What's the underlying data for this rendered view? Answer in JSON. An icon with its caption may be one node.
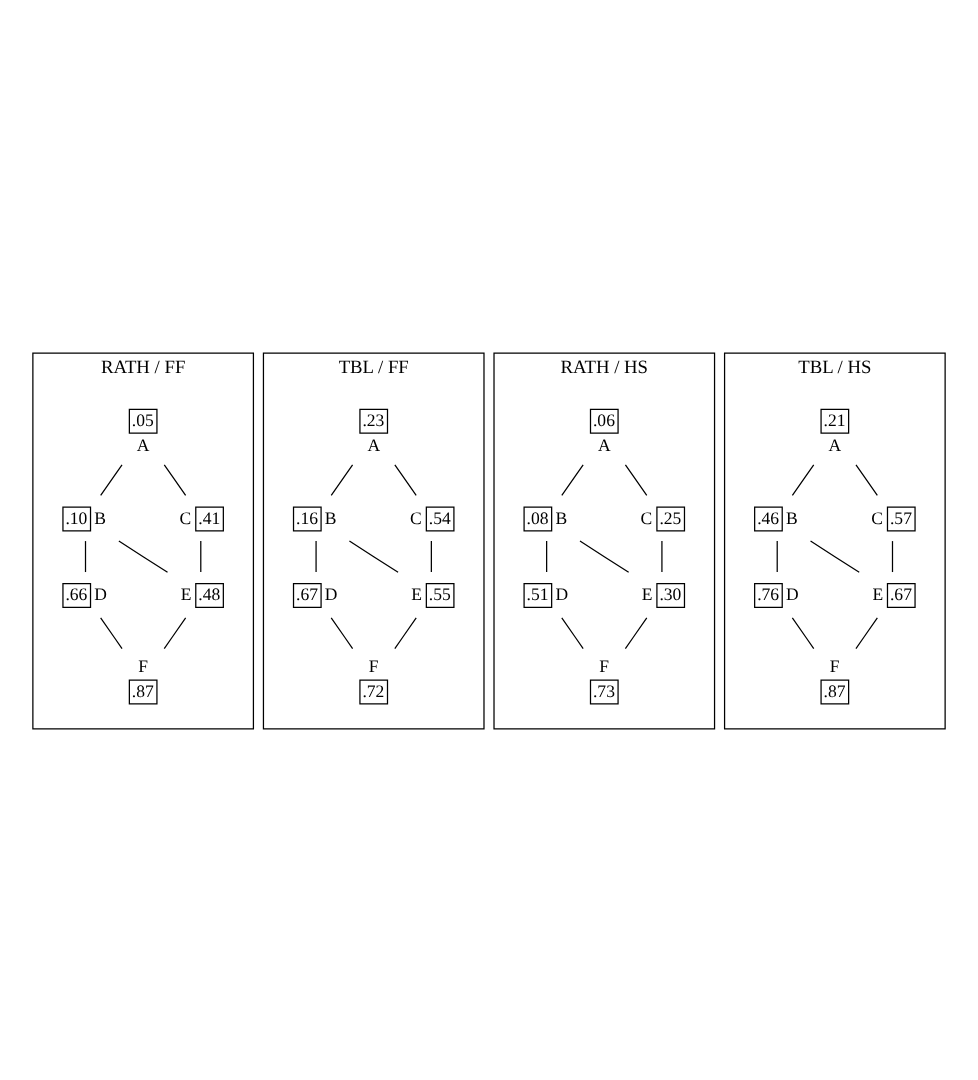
{
  "diagram": {
    "nodes": [
      {
        "text": [
          "RATH / FF"
        ]
      },
      {
        "text": [
          ".05",
          "A"
        ],
        "in": 0
      },
      {
        "text": [
          ".10",
          "B"
        ],
        "in": 0
      },
      {
        "text": [
          "C",
          ".41"
        ],
        "in": 0
      },
      {
        "text": [
          ".66",
          "D"
        ],
        "in": 0
      },
      {
        "text": [
          "E",
          ".48"
        ],
        "in": 0
      },
      {
        "text": [
          "F",
          ".87"
        ],
        "in": 0
      },
      {
        "text": [
          "TBL / FF"
        ]
      },
      {
        "text": [
          ".23",
          "A"
        ],
        "in": 7
      },
      {
        "text": [
          ".16",
          "B"
        ],
        "in": 7
      },
      {
        "text": [
          "C",
          ".54"
        ],
        "in": 7
      },
      {
        "text": [
          ".67",
          "D"
        ],
        "in": 7
      },
      {
        "text": [
          "E",
          ".55"
        ],
        "in": 7
      },
      {
        "text": [
          "F",
          ".72"
        ],
        "in": 7
      },
      {
        "text": [
          "RATH / HS"
        ]
      },
      {
        "text": [
          ".06",
          "A"
        ],
        "in": 14
      },
      {
        "text": [
          ".08",
          "B"
        ],
        "in": 14
      },
      {
        "text": [
          "C",
          ".25"
        ],
        "in": 14
      },
      {
        "text": [
          ".51",
          "D"
        ],
        "in": 14
      },
      {
        "text": [
          "E",
          ".30"
        ],
        "in": 14
      },
      {
        "text": [
          "F",
          ".73"
        ],
        "in": 14
      },
      {
        "text": [
          "TBL / HS"
        ]
      },
      {
        "text": [
          ".21",
          "A"
        ],
        "in": 21
      },
      {
        "text": [
          ".46",
          "B"
        ],
        "in": 21
      },
      {
        "text": [
          "C",
          ".57"
        ],
        "in": 21
      },
      {
        "text": [
          ".76",
          "D"
        ],
        "in": 21
      },
      {
        "text": [
          "E",
          ".67"
        ],
        "in": 21
      },
      {
        "text": [
          "F",
          ".87"
        ],
        "in": 21
      }
    ],
    "edges": [
      {
        "from": 1,
        "to": 2,
        "arrow": "none"
      },
      {
        "from": 1,
        "to": 3,
        "arrow": "none"
      },
      {
        "from": 2,
        "to": 4,
        "arrow": "none"
      },
      {
        "from": 2,
        "to": 5,
        "arrow": "none"
      },
      {
        "from": 3,
        "to": 5,
        "arrow": "none"
      },
      {
        "from": 4,
        "to": 6,
        "arrow": "none"
      },
      {
        "from": 5,
        "to": 6,
        "arrow": "none"
      },
      {
        "from": 8,
        "to": 9,
        "arrow": "none"
      },
      {
        "from": 8,
        "to": 10,
        "arrow": "none"
      },
      {
        "from": 9,
        "to": 11,
        "arrow": "none"
      },
      {
        "from": 9,
        "to": 12,
        "arrow": "none"
      },
      {
        "from": 10,
        "to": 12,
        "arrow": "none"
      },
      {
        "from": 11,
        "to": 13,
        "arrow": "none"
      },
      {
        "from": 12,
        "to": 13,
        "arrow": "none"
      },
      {
        "from": 15,
        "to": 16,
        "arrow": "none"
      },
      {
        "from": 15,
        "to": 17,
        "arrow": "none"
      },
      {
        "from": 16,
        "to": 18,
        "arrow": "none"
      },
      {
        "from": 16,
        "to": 19,
        "arrow": "none"
      },
      {
        "from": 17,
        "to": 19,
        "arrow": "none"
      },
      {
        "from": 18,
        "to": 20,
        "arrow": "none"
      },
      {
        "from": 19,
        "to": 20,
        "arrow": "none"
      },
      {
        "from": 22,
        "to": 23,
        "arrow": "none"
      },
      {
        "from": 22,
        "to": 24,
        "arrow": "none"
      },
      {
        "from": 23,
        "to": 25,
        "arrow": "none"
      },
      {
        "from": 23,
        "to": 26,
        "arrow": "none"
      },
      {
        "from": 24,
        "to": 26,
        "arrow": "none"
      },
      {
        "from": 25,
        "to": 27,
        "arrow": "none"
      },
      {
        "from": 26,
        "to": 27,
        "arrow": "none"
      }
    ]
  }
}
